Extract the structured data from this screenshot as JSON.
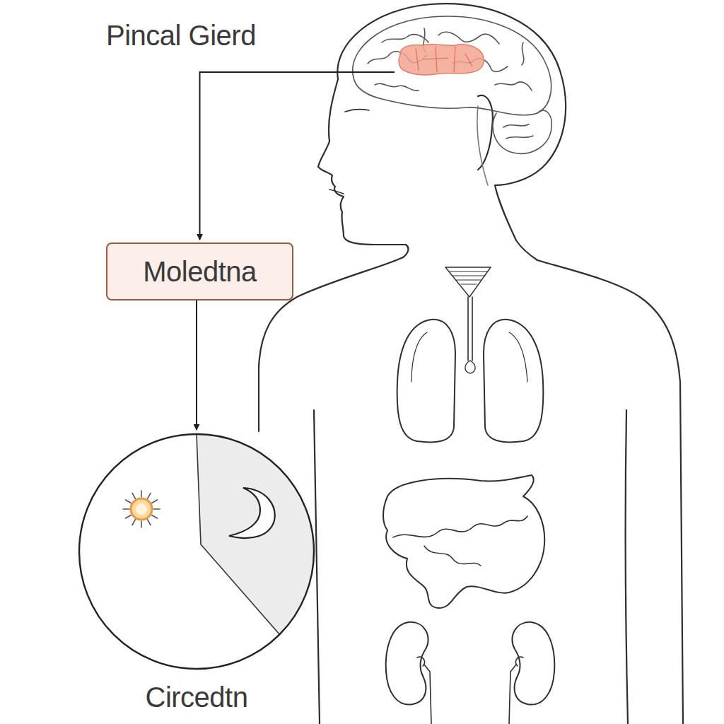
{
  "diagram": {
    "nodes": [
      {
        "text": [
          "Pincal Gierd"
        ]
      },
      {
        "text": [
          "Moledtna"
        ]
      },
      {
        "text": [
          "Circedtn"
        ]
      }
    ],
    "edges": [
      {
        "from": 0,
        "to": 1,
        "arrow": "to"
      },
      {
        "from": 1,
        "to": 2,
        "arrow": "to"
      }
    ]
  }
}
